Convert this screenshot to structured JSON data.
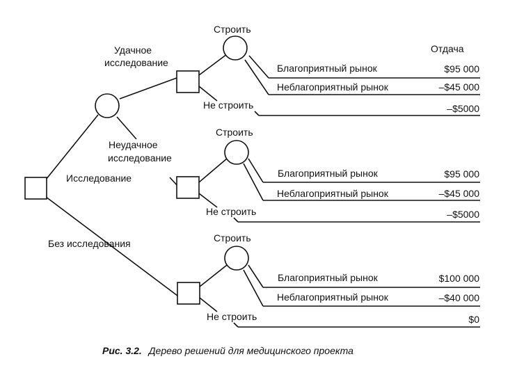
{
  "payoff_header": "Отдача",
  "root": {
    "branches": {
      "research": "Исследование",
      "no_research": "Без исследования"
    }
  },
  "research_chance": {
    "outcomes": {
      "success": [
        "Удачное",
        "исследование"
      ],
      "failure": [
        "Неудачное",
        "исследование"
      ]
    }
  },
  "subtrees": [
    {
      "build_label": "Строить",
      "no_build_label": "Не строить",
      "outcomes": [
        {
          "label": "Благоприятный рынок",
          "payoff": "$95 000"
        },
        {
          "label": "Неблагоприятный рынок",
          "payoff": "–$45 000"
        }
      ],
      "no_build_payoff": "–$5000"
    },
    {
      "build_label": "Строить",
      "no_build_label": "Не строить",
      "outcomes": [
        {
          "label": "Благоприятный рынок",
          "payoff": "$95 000"
        },
        {
          "label": "Неблагоприятный рынок",
          "payoff": "–$45 000"
        }
      ],
      "no_build_payoff": "–$5000"
    },
    {
      "build_label": "Строить",
      "no_build_label": "Не строить",
      "outcomes": [
        {
          "label": "Благоприятный рынок",
          "payoff": "$100 000"
        },
        {
          "label": "Неблагоприятный рынок",
          "payoff": "–$40 000"
        }
      ],
      "no_build_payoff": "$0"
    }
  ],
  "caption": {
    "number": "Рис.  3.2.",
    "text": "Дерево решений для медицинского проекта"
  }
}
